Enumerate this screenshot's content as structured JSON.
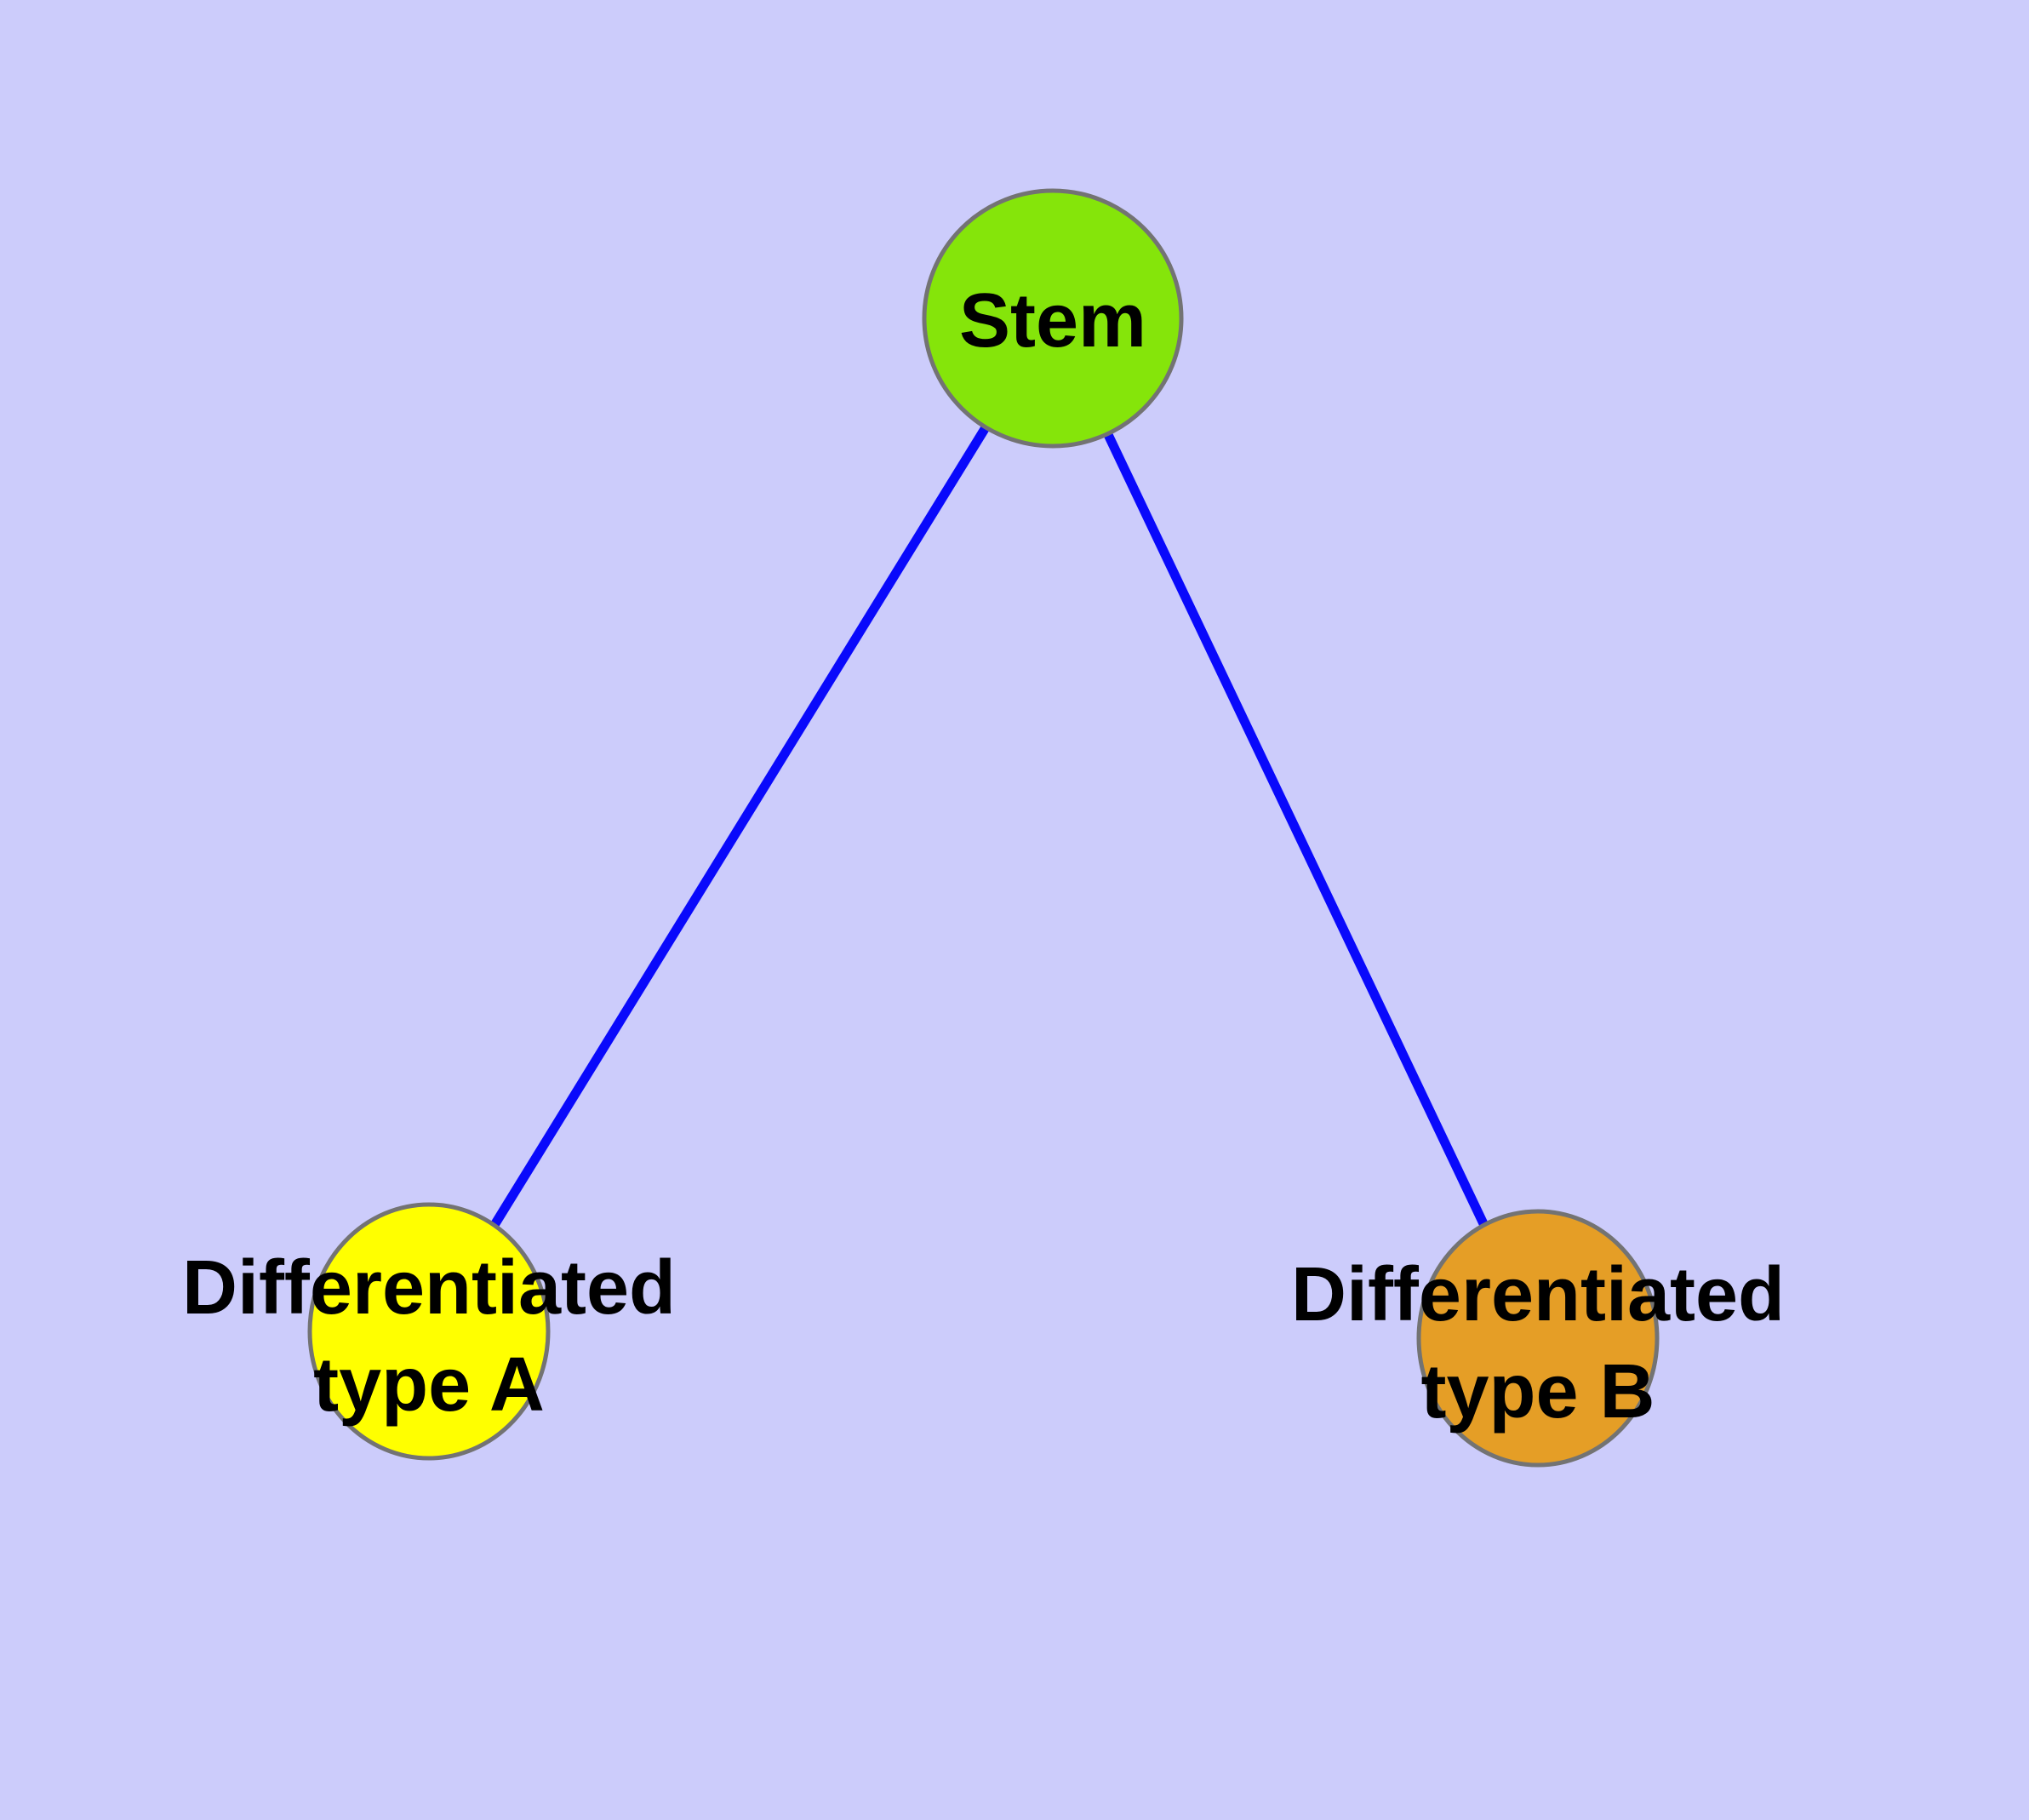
{
  "diagram": {
    "background_color": "#CCCCFB",
    "edge_color": "#0909FB",
    "node_border_color": "#737373",
    "label_color": "#000000",
    "nodes": [
      {
        "id": "stem",
        "label_lines": [
          "Stem"
        ],
        "fill": "#85E50A"
      },
      {
        "id": "differentiated-type-a",
        "label_lines": [
          "Differentiated",
          "type A"
        ],
        "fill": "#FFFF00"
      },
      {
        "id": "differentiated-type-b",
        "label_lines": [
          "Differentiated",
          "type B"
        ],
        "fill": "#E59E26"
      }
    ],
    "edges": [
      {
        "from": "stem",
        "to": "differentiated-type-a"
      },
      {
        "from": "stem",
        "to": "differentiated-type-b"
      }
    ]
  }
}
